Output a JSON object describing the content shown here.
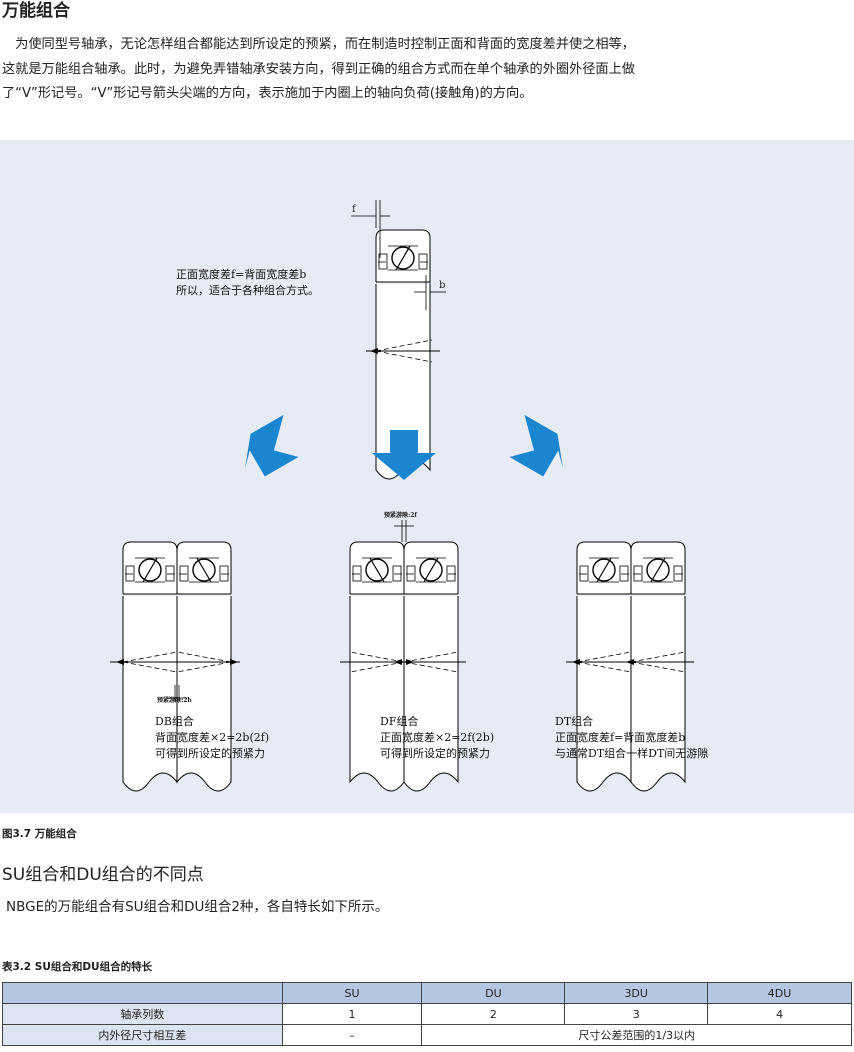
{
  "header": {
    "title": "万能组合"
  },
  "intro": {
    "line1": "　为使同型号轴承，无论怎样组合都能达到所设定的预紧，而在制造时控制正面和背面的宽度差并使之相等，",
    "line2": "这就是万能组合轴承。此时，为避免弄错轴承安装方向，得到正确的组合方式而在单个轴承的外圈外径面上做",
    "line3": "了“V”形记号。“V”形记号箭头尖端的方向，表示施加于内圈上的轴向负荷(接触角)的方向。"
  },
  "figure": {
    "single": {
      "f_label": "f",
      "b_label": "b",
      "note_line1": "正面宽度差f=背面宽度差b",
      "note_line2": "所以，适合于各种组合方式。"
    },
    "db": {
      "gap_label": "预紧游隙:2b",
      "name": "DB组合",
      "line1": "背面宽度差×2=2b(2f)",
      "line2": "可得到所设定的预紧力"
    },
    "df": {
      "gap_label": "预紧游隙:2f",
      "name": "DF组合",
      "line1": "正面宽度差×2=2f(2b)",
      "line2": "可得到所设定的预紧力"
    },
    "dt": {
      "name": "DT组合",
      "line1": "正面宽度差f=背面宽度差b",
      "line2": "与通常DT组合一样DT间无游隙"
    },
    "colors": {
      "background": "#e6ebf5",
      "arrow": "#1a86d0"
    },
    "caption": "图3.7  万能组合"
  },
  "section2": {
    "title": "SU组合和DU组合的不同点",
    "text": "NBGE的万能组合有SU组合和DU组合2种，各自特长如下所示。"
  },
  "table": {
    "caption": "表3.2  SU组合和DU组合的特长",
    "headers": [
      "",
      "SU",
      "DU",
      "3DU",
      "4DU"
    ],
    "rows": [
      {
        "label": "轴承列数",
        "values": [
          "1",
          "2",
          "3",
          "4"
        ]
      },
      {
        "label": "内外径尺寸相互差",
        "su": "–",
        "merged": "尺寸公差范围的1/3以内"
      }
    ],
    "colors": {
      "header": "#b5c6e2",
      "rowhead": "#dde4f1"
    }
  }
}
